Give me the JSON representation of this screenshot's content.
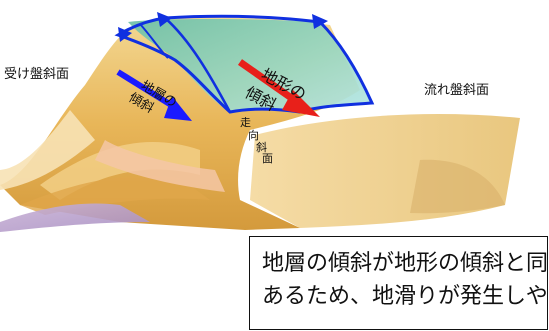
{
  "labels": {
    "left_slope": "受け盤斜面",
    "right_slope": "流れ盤斜面",
    "strata_dip_line1": "地層の",
    "strata_dip_line2": "傾斜",
    "terrain_slope_line1": "地形の",
    "terrain_slope_line2": "傾斜",
    "facing_slope_chars": [
      "走",
      "向",
      "斜",
      "面"
    ]
  },
  "caption": {
    "line1": "地層の傾斜が地形の傾斜と同一方向で",
    "line2": "あるため、地滑りが発生しやすい"
  },
  "colors": {
    "strata_arrow": "#1a1aff",
    "terrain_arrow": "#e8201a",
    "slide_outline": "#1030e0",
    "slide_fill": "#8fd6b8"
  }
}
